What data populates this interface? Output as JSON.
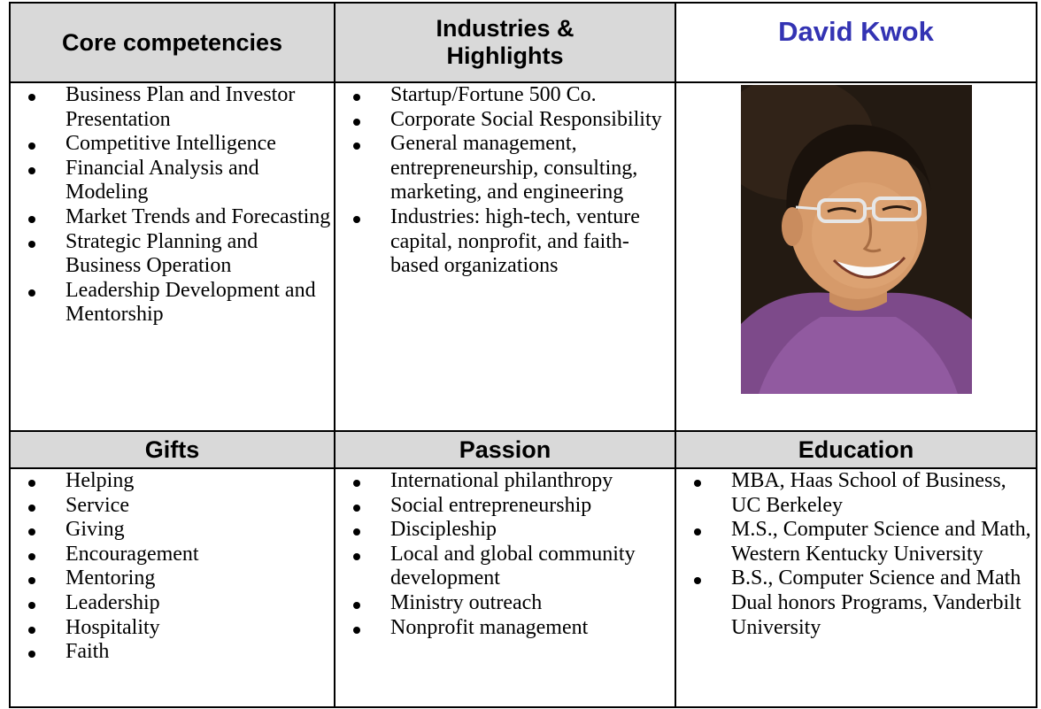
{
  "header_row_1": {
    "col1": "Core competencies",
    "col2": "Industries & Highlights",
    "name": "David Kwok"
  },
  "core_competencies": [
    "Business Plan and Investor Presentation",
    "Competitive Intelligence",
    "Financial Analysis and Modeling",
    "Market Trends and Forecasting",
    "Strategic Planning and Business Operation",
    "Leadership Development and Mentorship"
  ],
  "industries_highlights": [
    "Startup/Fortune 500 Co.",
    "Corporate Social Responsibility",
    "General management, entrepreneurship, consulting, marketing, and engineering",
    "Industries: high-tech, venture capital, nonprofit, and faith-based organizations"
  ],
  "header_row_2": {
    "col1": "Gifts",
    "col2": "Passion",
    "col3": "Education"
  },
  "gifts": [
    "Helping",
    "Service",
    "Giving",
    "Encouragement",
    "Mentoring",
    "Leadership",
    "Hospitality",
    "Faith"
  ],
  "passion": [
    "International philanthropy",
    "Social entrepreneurship",
    "Discipleship",
    "Local and global community development",
    "Ministry outreach",
    "Nonprofit management"
  ],
  "education": [
    "MBA, Haas School of Business, UC Berkeley",
    "M.S., Computer Science and Math, Western Kentucky University",
    "B.S., Computer Science and Math Dual honors Programs, Vanderbilt University"
  ],
  "colors": {
    "header_bg": "#d9d9d9",
    "name": "#3333b3",
    "border": "#000000"
  },
  "icons": {
    "bullet": "filled-circle",
    "photo": "portrait-photo"
  }
}
